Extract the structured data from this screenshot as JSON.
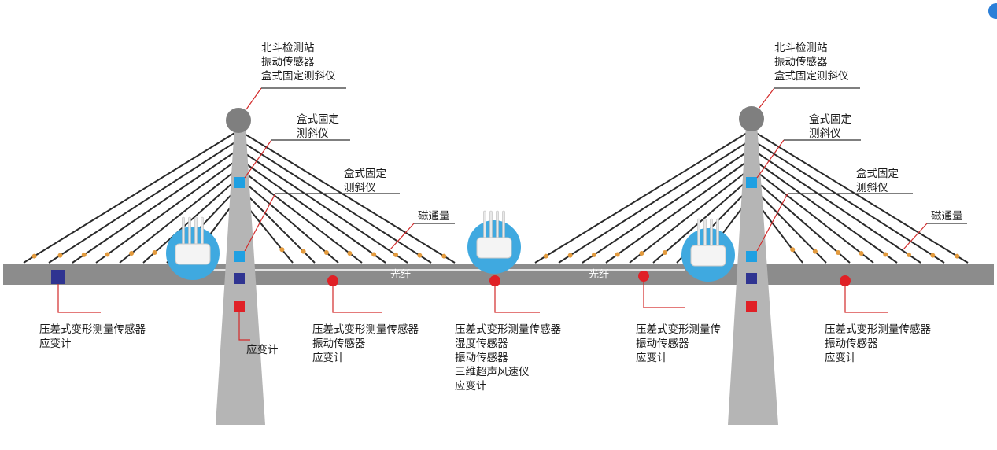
{
  "colors": {
    "deck": "#8c8c8c",
    "tower": "#b5b5b5",
    "tower_cap": "#7f7f7f",
    "cable": "#2a2a2a",
    "cable_dot": "#e39a3c",
    "leader": "#d32a2a",
    "inclinometer": "#1fa0e2",
    "pressure_sensor": "#2f3491",
    "strain_gauge": "#e02026",
    "gateway_halo": "#3fa9e0",
    "corner_icon": "#2b7fd8"
  },
  "icons": {
    "gateway": "wireless-gateway-icon",
    "corner": "info-circle-icon"
  },
  "labels": {
    "tower_top_left": [
      "北斗检测站",
      "振动传感器",
      "盒式固定测斜仪"
    ],
    "tower_top_right": [
      "北斗检测站",
      "振动传感器",
      "盒式固定测斜仪"
    ],
    "incl_upper_left": [
      "盒式固定",
      "测斜仪"
    ],
    "incl_lower_left": [
      "盒式固定",
      "测斜仪"
    ],
    "incl_upper_right": [
      "盒式固定",
      "测斜仪"
    ],
    "incl_lower_right": [
      "盒式固定",
      "测斜仪"
    ],
    "magnetic_left": "磁通量",
    "magnetic_right": "磁通量",
    "fiber_left": "光纤",
    "fiber_right": "光纤",
    "bottom_far_left": [
      "压差式变形测量传感器",
      "应变计"
    ],
    "strain_left_tower": "应变计",
    "bottom_mid_left": [
      "压差式变形测量传感器",
      "振动传感器",
      "应变计"
    ],
    "bottom_center": [
      "压差式变形测量传感器",
      "湿度传感器",
      "振动传感器",
      "三维超声风速仪",
      "应变计"
    ],
    "bottom_mid_right": [
      "压差式变形测量传",
      "振动传感器",
      "应变计"
    ],
    "bottom_far_right": [
      "压差式变形测量传感器",
      "振动传感器",
      "应变计"
    ]
  }
}
